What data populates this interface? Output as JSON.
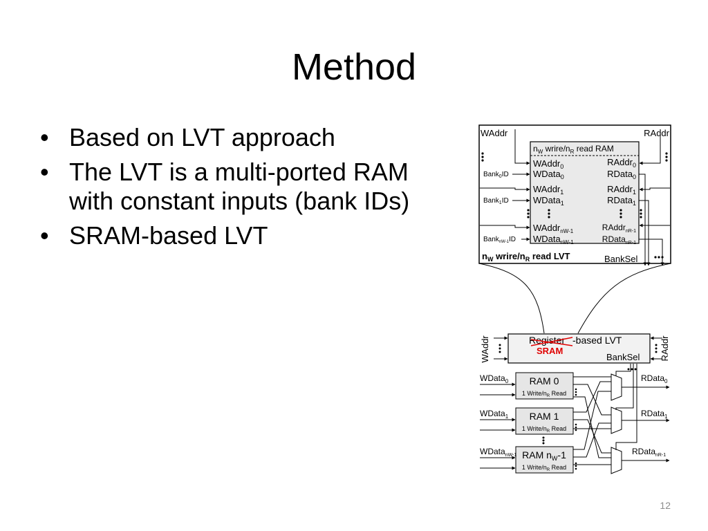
{
  "slide": {
    "title": "Method",
    "bullets": [
      {
        "bullet": "•",
        "text": "Based on LVT approach"
      },
      {
        "bullet": "•",
        "lines": [
          "The LVT is a multi-ported RAM",
          "with constant inputs (bank IDs)"
        ]
      },
      {
        "bullet": "•",
        "text": "SRAM-based LVT"
      }
    ],
    "page_number": "12"
  },
  "top_diagram": {
    "waddr": "WAddr",
    "raddr": "RAddr",
    "ram_title": "nW wrire/nR read RAM",
    "ram_title_parts": {
      "n": "n",
      "w": "W",
      "mid": " wrire/n",
      "r": "R",
      "end": " read RAM"
    },
    "lvt_label": {
      "n": "n",
      "w": "W",
      "mid": " wrire/n",
      "r": "R",
      "end": " read LVT"
    },
    "banksel": "BankSel",
    "bank_ids": [
      {
        "base": "Bank",
        "sub": "0",
        "end": "ID"
      },
      {
        "base": "Bank",
        "sub": "1",
        "end": "ID"
      },
      {
        "base": "Bank",
        "sub": "nW-1",
        "end": "ID"
      }
    ],
    "write_ports": [
      {
        "addr": "WAddr",
        "data": "WData",
        "sub": "0"
      },
      {
        "addr": "WAddr",
        "data": "WData",
        "sub": "1"
      },
      {
        "addr": "WAddr",
        "data": "WData",
        "sub": "nW-1"
      }
    ],
    "read_ports": [
      {
        "addr": "RAddr",
        "data": "RData",
        "sub": "0"
      },
      {
        "addr": "RAddr",
        "data": "RData",
        "sub": "1"
      },
      {
        "addr": "RAddr",
        "data": "RData",
        "sub": "nR-1"
      }
    ]
  },
  "bottom_diagram": {
    "waddr": "WAddr",
    "raddr": "RAddr",
    "lvt_struck": "Register",
    "lvt_rest": "-based LVT",
    "sram_label": "SRAM",
    "banksel": "BankSel",
    "rams": [
      {
        "name": "RAM 0",
        "ports": {
          "pre": "1 Write/n",
          "sub": "R",
          "post": " Read"
        },
        "wdata": "WData",
        "wsub": "0",
        "rdata": "RData",
        "rsub": "0"
      },
      {
        "name": "RAM 1",
        "ports": {
          "pre": "1 Write/n",
          "sub": "R",
          "post": " Read"
        },
        "wdata": "WData",
        "wsub": "1",
        "rdata": "RData",
        "rsub": "1"
      },
      {
        "name_pre": "RAM n",
        "name_sub": "W",
        "name_post": "-1",
        "ports": {
          "pre": "1 Write/n",
          "sub": "R",
          "post": " Read"
        },
        "wdata": "WData",
        "wsub": "nW-1",
        "rdata": "RData",
        "rsub": "nR-1"
      }
    ]
  },
  "colors": {
    "sram_red": "#e00000",
    "box_fill": "#f2f2f2",
    "ram_fill": "#e6e6e6"
  }
}
